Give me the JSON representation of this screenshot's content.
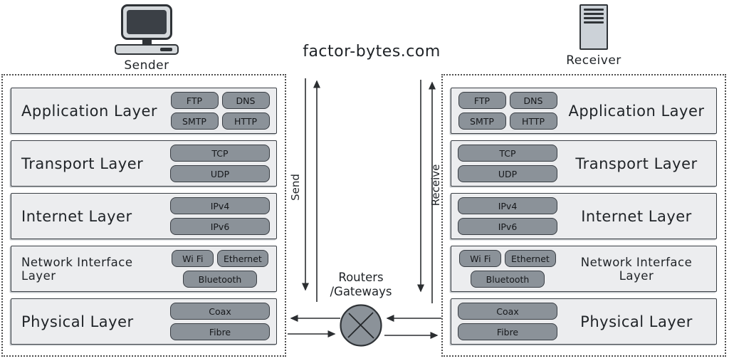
{
  "title": "factor-bytes.com",
  "sender": {
    "label": "Sender"
  },
  "receiver": {
    "label": "Receiver"
  },
  "flows": {
    "send": "Send",
    "receive": "Receive"
  },
  "router": {
    "line1": "Routers",
    "line2": "/Gateways"
  },
  "layers": [
    {
      "name": "Application Layer",
      "protocols": [
        "FTP",
        "DNS",
        "SMTP",
        "HTTP"
      ]
    },
    {
      "name": "Transport Layer",
      "protocols": [
        "TCP",
        "UDP"
      ]
    },
    {
      "name": "Internet Layer",
      "protocols": [
        "IPv4",
        "IPv6"
      ]
    },
    {
      "name": "Network Interface Layer",
      "protocols": [
        "Wi Fi",
        "Ethernet",
        "Bluetooth"
      ]
    },
    {
      "name": "Physical Layer",
      "protocols": [
        "Coax",
        "Fibre"
      ]
    }
  ],
  "icons": {
    "sender": "desktop-computer-icon",
    "receiver": "server-icon",
    "router": "circle-x-router-icon"
  },
  "colors": {
    "row_fill": "#ecedef",
    "tag_fill": "#8b9299",
    "outline": "#33383d",
    "circle_fill": "#8b9299",
    "ink": "#1f2327"
  }
}
